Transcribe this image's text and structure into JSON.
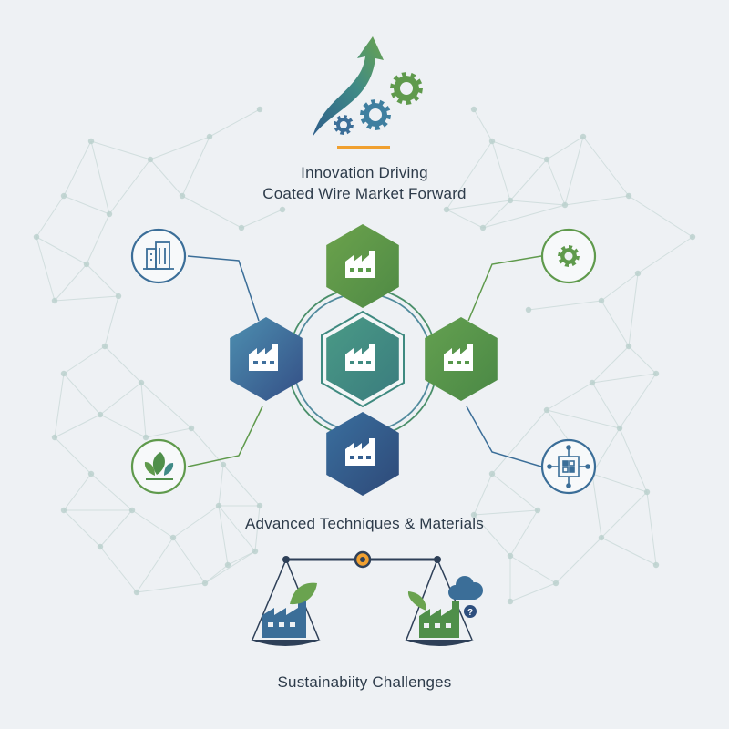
{
  "header": {
    "title_line1": "Innovation Driving",
    "title_line2": "Coated Wire Market Forward"
  },
  "middle": {
    "label": "Advanced Techniques & Materials"
  },
  "footer": {
    "label": "Sustainabiity Challenges"
  },
  "colors": {
    "background": "#eef1f4",
    "green": "#5f9a4c",
    "teal": "#3f8a86",
    "blue": "#3b6e98",
    "navy": "#2e4f7e",
    "orange": "#f0a030",
    "text": "#2d3b4a",
    "network": "#b8cfcc"
  },
  "icons": {
    "top": "growth-arrow-gears-icon",
    "hex_nodes": "factory-icon",
    "satellite_top_left": "office-building-icon",
    "satellite_top_right": "gear-icon",
    "satellite_bottom_left": "leaf-sprout-icon",
    "satellite_bottom_right": "circuit-chip-icon",
    "balance": "balance-scale-icon"
  }
}
